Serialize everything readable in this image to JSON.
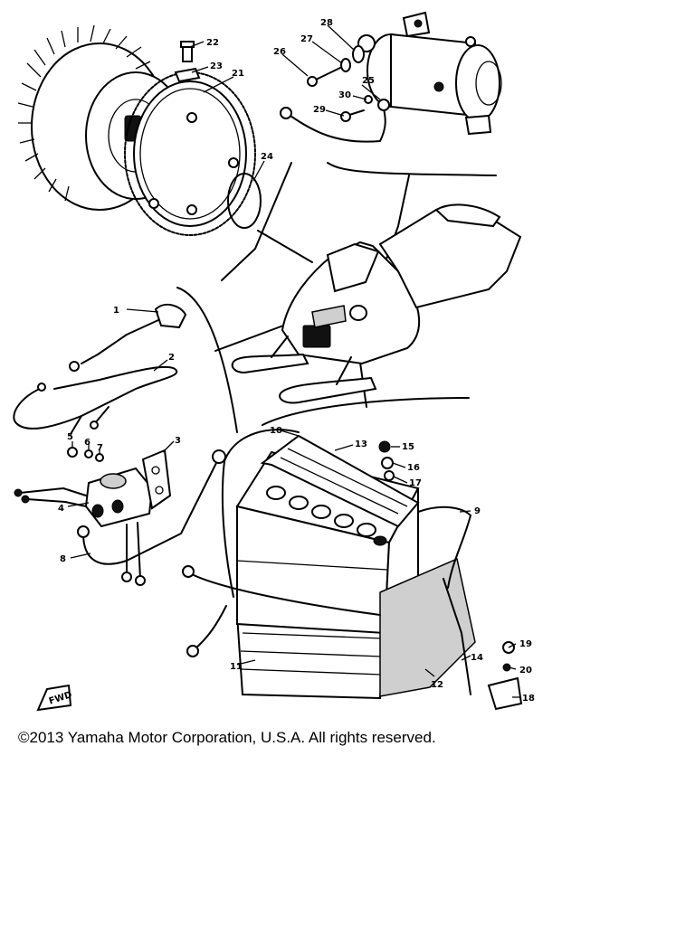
{
  "copyright": "©2013 Yamaha Motor Corporation, U.S.A. All rights reserved.",
  "fwd_label": "FWD",
  "callouts": {
    "c1": "1",
    "c2": "2",
    "c3": "3",
    "c4": "4",
    "c5": "5",
    "c6": "6",
    "c7": "7",
    "c8": "8",
    "c9": "9",
    "c10": "10",
    "c11": "11",
    "c12": "12",
    "c13": "13",
    "c14": "14",
    "c15": "15",
    "c16": "16",
    "c17": "17",
    "c18": "18",
    "c19": "19",
    "c20": "20",
    "c21": "21",
    "c22": "22",
    "c23": "23",
    "c24": "24",
    "c25": "25",
    "c26": "26",
    "c27": "27",
    "c28": "28",
    "c29": "29",
    "c30": "30"
  }
}
